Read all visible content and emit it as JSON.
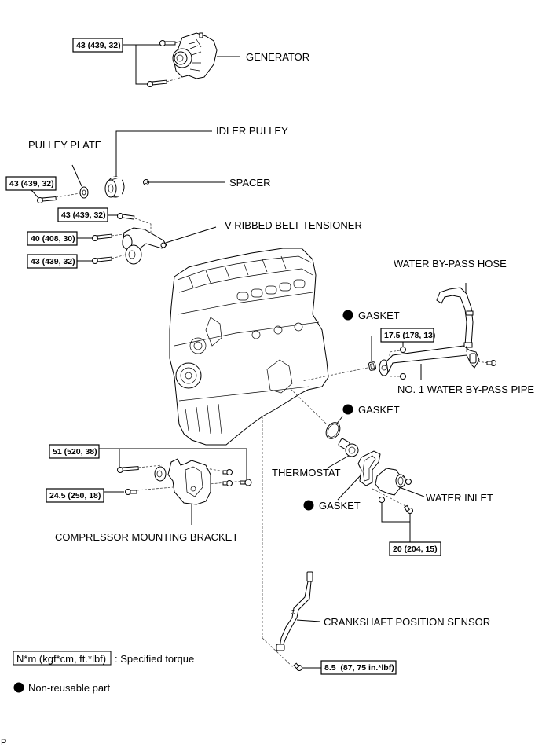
{
  "diagram": {
    "parts": {
      "generator": "GENERATOR",
      "idler_pulley": "IDLER PULLEY",
      "pulley_plate": "PULLEY PLATE",
      "spacer": "SPACER",
      "v_ribbed_belt_tensioner": "V-RIBBED BELT TENSIONER",
      "water_bypass_hose": "WATER BY-PASS HOSE",
      "gasket_bypass_pipe": "GASKET",
      "no1_water_bypass_pipe": "NO. 1 WATER BY-PASS PIPE",
      "gasket_thermostat": "GASKET",
      "thermostat": "THERMOSTAT",
      "gasket_water_inlet": "GASKET",
      "water_inlet": "WATER INLET",
      "compressor_mounting_bracket": "COMPRESSOR MOUNTING BRACKET",
      "crankshaft_position_sensor": "CRANKSHAFT POSITION SENSOR"
    },
    "torques": {
      "generator": "43 (439, 32)",
      "pulley_plate": "43 (439, 32)",
      "tensioner_upper": "43 (439, 32)",
      "tensioner_middle": "40 (408, 30)",
      "tensioner_lower": "43 (439, 32)",
      "bypass_pipe": "17.5 (178, 13)",
      "compressor_bracket_bolts": "51 (520, 38)",
      "compressor_bracket_small": "24.5 (250, 18)",
      "water_inlet": "20 (204, 15)",
      "crankshaft_sensor": "8.5  (87, 75 in.*lbf)"
    },
    "legend": {
      "torque_unit_box": "N*m (kgf*cm, ft.*lbf)",
      "torque_description": ": Specified torque",
      "non_reusable": "Non-reusable part"
    },
    "corner_mark": "P"
  }
}
